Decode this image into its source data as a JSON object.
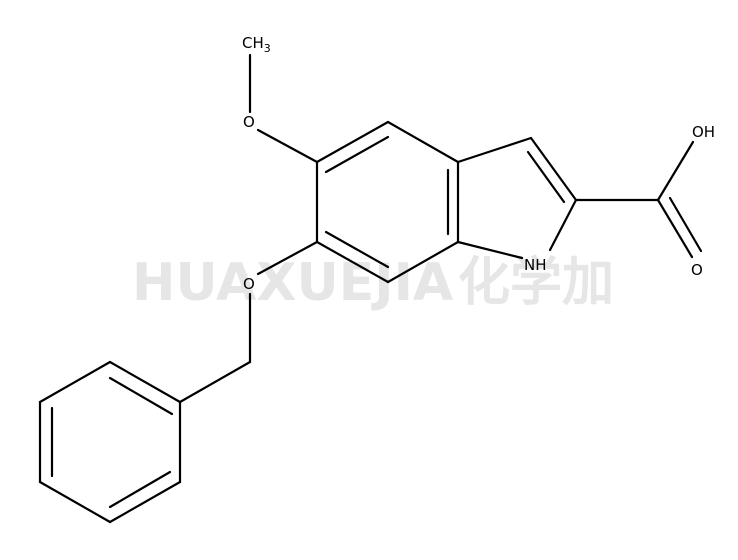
{
  "watermark": {
    "text": "HUAXUEJIA",
    "registered": "®",
    "chinese": "化学加",
    "color": "#e6e6e6"
  },
  "atoms": {
    "methyl": {
      "main": "CH",
      "sub": "3"
    },
    "o_methoxy": "O",
    "o_benzyloxy": "O",
    "nh": "NH",
    "oh": "OH",
    "o_carbonyl": "O"
  },
  "colors": {
    "bond": "#000000",
    "text": "#000000",
    "background": "#ffffff"
  }
}
